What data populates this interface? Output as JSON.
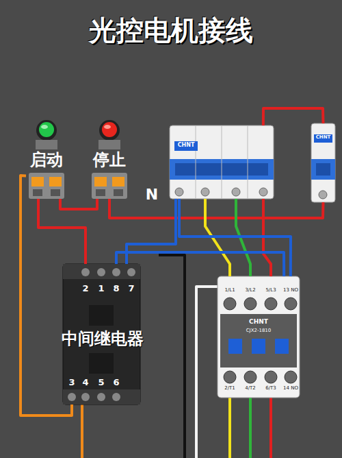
{
  "diagram": {
    "title": "光控电机接线",
    "nodes": [
      {
        "text": [
          "启动"
        ]
      },
      {
        "text": [
          "停止"
        ]
      },
      {
        "text": [
          "CHNT"
        ]
      },
      {
        "text": [
          "CHNT"
        ]
      },
      {
        "text": [
          "中间继电器"
        ]
      },
      {
        "text": [
          "CHNT",
          "CJX2-1810"
        ]
      }
    ],
    "edges": [
      {
        "from": 3,
        "to": 2,
        "arrow": "none"
      },
      {
        "from": 3,
        "to": 1,
        "arrow": "none"
      },
      {
        "from": 1,
        "to": 0,
        "arrow": "none"
      },
      {
        "from": 0,
        "to": 4,
        "arrow": "none"
      },
      {
        "from": 0,
        "to": 4,
        "arrow": "none"
      },
      {
        "from": 2,
        "to": 5,
        "arrow": "none"
      },
      {
        "from": 2,
        "to": 5,
        "arrow": "none"
      },
      {
        "from": 2,
        "to": 5,
        "arrow": "none"
      },
      {
        "from": 2,
        "to": 5,
        "arrow": "none"
      },
      {
        "from": 4,
        "to": 5,
        "arrow": "none"
      },
      {
        "from": 2,
        "to": 4,
        "arrow": "none"
      }
    ],
    "labels": [
      "N",
      "2",
      "1",
      "8",
      "7",
      "3",
      "4",
      "5",
      "6",
      "1/L1",
      "3/L2",
      "5/L3",
      "13 NO",
      "2/T1",
      "4/T2",
      "6/T3",
      "14 NO"
    ]
  }
}
